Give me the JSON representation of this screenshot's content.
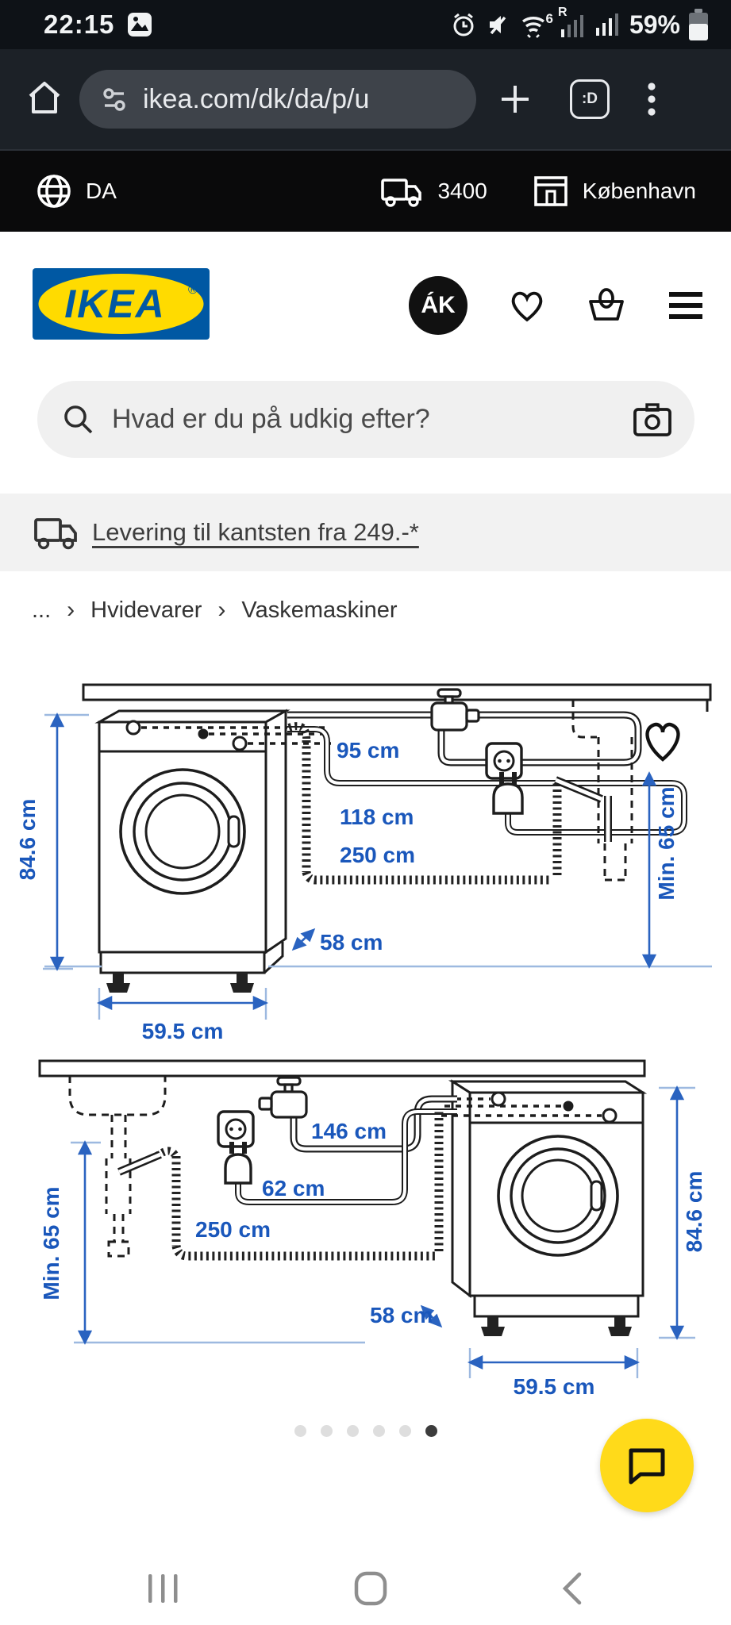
{
  "status_bar": {
    "time": "22:15",
    "battery_percent": "59%",
    "wifi_gen": "6",
    "network_type": "R"
  },
  "browser_bar": {
    "url": "ikea.com/dk/da/p/u",
    "tab_badge": ":D"
  },
  "site_bar": {
    "language": "DA",
    "delivery_postcode": "3400",
    "store": "København"
  },
  "header": {
    "logo_text": "IKEA",
    "logo_reg": "®",
    "avatar": "ÁK"
  },
  "search": {
    "placeholder": "Hvad er du på udkig efter?"
  },
  "delivery_banner": {
    "link": "Levering til kantsten fra 249.-*"
  },
  "breadcrumb": {
    "separator": "›",
    "items": [
      "...",
      "Hvidevarer",
      "Vaskemaskiner"
    ]
  },
  "product_image": {
    "diagram_top": {
      "height": "84.6 cm",
      "width": "59.5 cm",
      "depth": "58 cm",
      "supply_hose": "95 cm",
      "power_cord": "118 cm",
      "drain_hose": "250 cm",
      "drain_min_height": "Min. 65 cm"
    },
    "diagram_bottom": {
      "height": "84.6 cm",
      "width": "59.5 cm",
      "depth": "58 cm",
      "supply_hose": "146 cm",
      "power_cord": "62 cm",
      "drain_hose": "250 cm",
      "drain_min_height": "Min. 65 cm"
    }
  },
  "carousel": {
    "dots": [
      false,
      false,
      false,
      false,
      false,
      true
    ]
  }
}
